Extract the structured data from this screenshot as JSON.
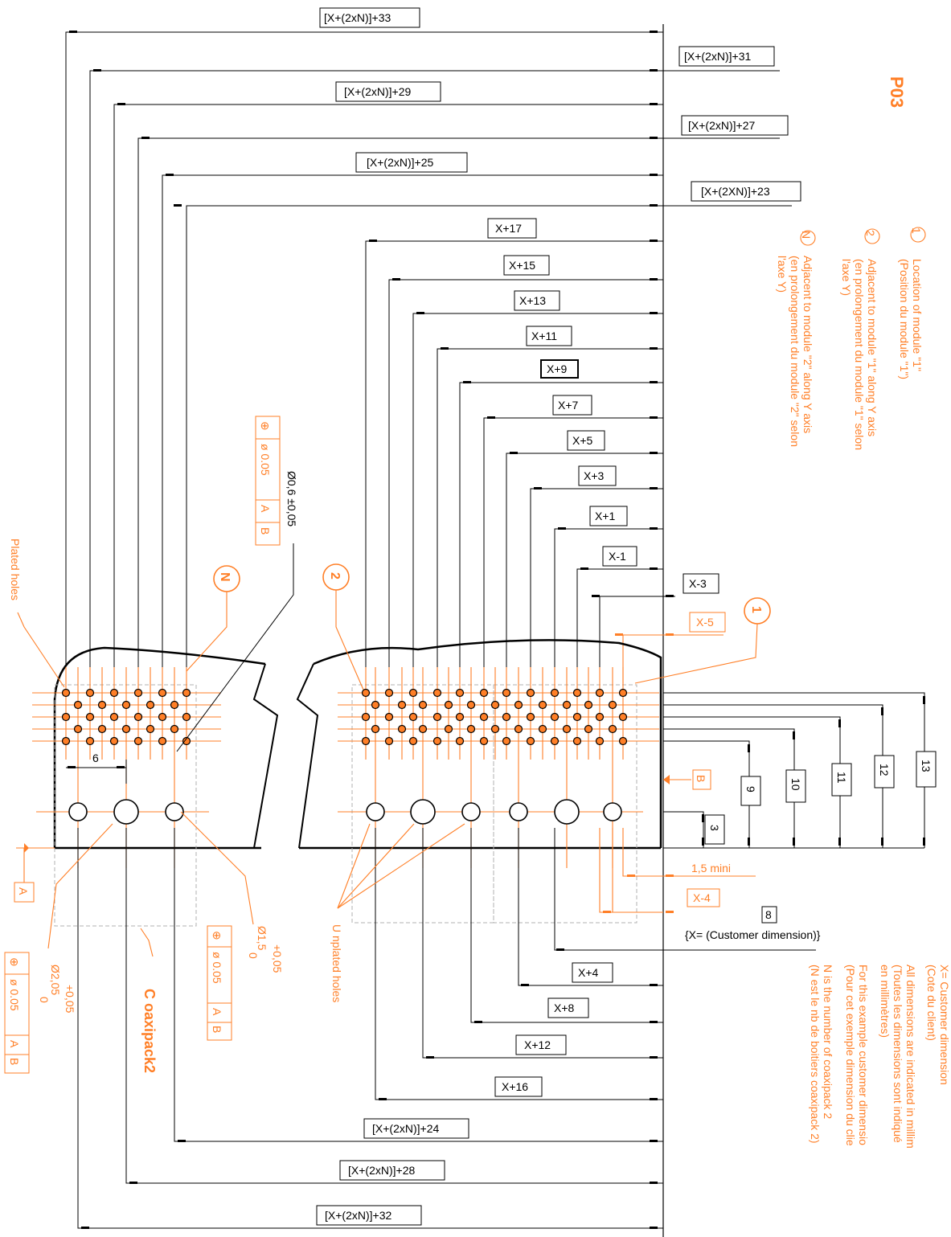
{
  "title": "P03",
  "legend": {
    "item1_marker": "1",
    "item1_line1": "Location of module \"1\"",
    "item1_line2": "(Position du module \"1\")",
    "item2_marker": "2",
    "item2_line1": "Adjacent to module \"1\" along Y axis",
    "item2_line2": "(en prolongement du module \"1\" selon",
    "item2_line3": "l'axe Y)",
    "itemN_marker": "N",
    "itemN_line1": "Adjacent to module \"2\" along Y axis",
    "itemN_line2": "(en prolongement du module \"2\" selon",
    "itemN_line3": "l'axe Y)"
  },
  "notes": [
    "X= Customer dimension",
    "(Cote du client)",
    "All dimensions are indicated in millim",
    "(Toutes les dimensions sont indiqué",
    "en millimètres)",
    "For this example customer dimensio",
    "(Pour cet exemple dimension du clie",
    "N is the number of coaxipack 2",
    "(N est le nb de boitiers coaxipack 2)"
  ],
  "dims_top": [
    "[X+(2xN)]+33",
    "[X+(2xN)]+31",
    "[X+(2xN)]+29",
    "[X+(2xN)]+27",
    "[X+(2xN)]+25",
    "[X+(2XN)]+23",
    "X+17",
    "X+15",
    "X+13",
    "X+11",
    "X+9",
    "X+7",
    "X+5",
    "X+3",
    "X+1",
    "X-1",
    "X-3",
    "X-5"
  ],
  "dims_bottom": [
    "1,5 mini",
    "X-4",
    "8",
    "{X= (Customer dimension)}",
    "X+4",
    "X+8",
    "X+12",
    "X+16",
    "[X+(2xN)]+24",
    "[X+(2xN)]+28",
    "[X+(2xN)]+32"
  ],
  "dims_right": [
    "3",
    "9",
    "10",
    "11",
    "12",
    "13"
  ],
  "dim_6": "6",
  "datum_a": "A",
  "datum_b": "B",
  "labels": {
    "plated_holes": "Plated holes",
    "unplated_holes": "U nplated holes",
    "coaxipack": "C oaxipack2",
    "hole06": "Ø0,6 ±0,05",
    "hole15": "Ø1,5",
    "hole15_tol_up": "+0,05",
    "hole15_tol_low": "0",
    "hole205": "Ø2,05",
    "hole205_tol_up": "+0,05",
    "hole205_tol_low": "0"
  },
  "fcf": {
    "symbol": "⊕",
    "value": "ø 0.05",
    "datum1": "A",
    "datum2": "B"
  }
}
